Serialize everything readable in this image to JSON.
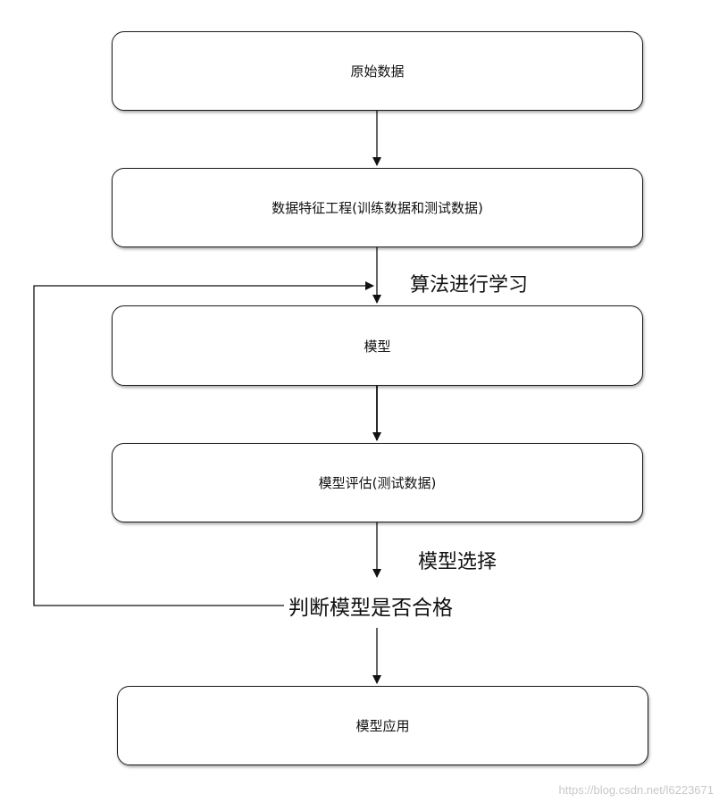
{
  "boxes": {
    "raw_data": "原始数据",
    "feature_engineering": "数据特征工程(训练数据和测试数据)",
    "model": "模型",
    "model_evaluation": "模型评估(测试数据)",
    "model_application": "模型应用"
  },
  "labels": {
    "algorithm_learning": "算法进行学习",
    "model_selection": "模型选择",
    "judge_model": "判断模型是否合格"
  },
  "watermark": "https://blog.csdn.net/l6223671",
  "colors": {
    "stroke": "#111111",
    "background": "#ffffff",
    "watermark": "#c8c8c8"
  }
}
